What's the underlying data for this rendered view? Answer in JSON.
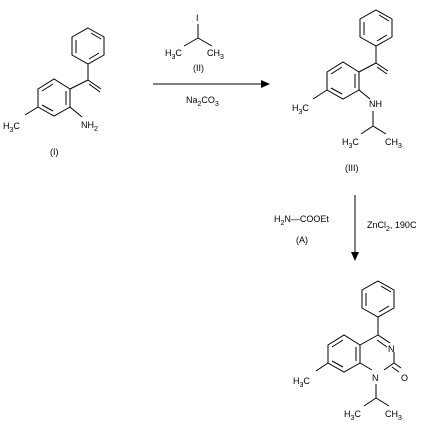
{
  "compounds": {
    "I": {
      "label": "(I)",
      "methyl": "H",
      "methyl_sub": "3",
      "methyl_tail": "C",
      "amine": "NH",
      "amine_sub": "2"
    },
    "II": {
      "label": "(II)",
      "iodine": "I",
      "left_methyl": "H",
      "left_methyl_sub": "3",
      "left_methyl_tail": "C",
      "right_methyl": "CH",
      "right_methyl_sub": "3"
    },
    "III": {
      "label": "(III)",
      "methyl": "H",
      "methyl_sub": "3",
      "methyl_tail": "C",
      "amine": "NH",
      "left_methyl": "H",
      "left_methyl_sub": "3",
      "left_methyl_tail": "C",
      "right_methyl": "CH",
      "right_methyl_sub": "3"
    },
    "A": {
      "label": "(A)",
      "formula_h": "H",
      "formula_sub": "2",
      "formula_tail": "N—COOEt"
    },
    "product": {
      "methyl": "H",
      "methyl_sub": "3",
      "methyl_tail": "C",
      "ring_n": "N",
      "n1": "N",
      "oxo": "O",
      "left_methyl": "H",
      "left_methyl_sub": "3",
      "left_methyl_tail": "C",
      "right_methyl": "CH",
      "right_methyl_sub": "3"
    }
  },
  "conditions": {
    "step1": {
      "base": "Na",
      "base_sub1": "2",
      "base_mid": "CO",
      "base_sub2": "3"
    },
    "step2": {
      "reagent": "ZnCl",
      "reagent_sub": "2",
      "reagent_tail": ", 190",
      "temp_unit": "C"
    }
  }
}
